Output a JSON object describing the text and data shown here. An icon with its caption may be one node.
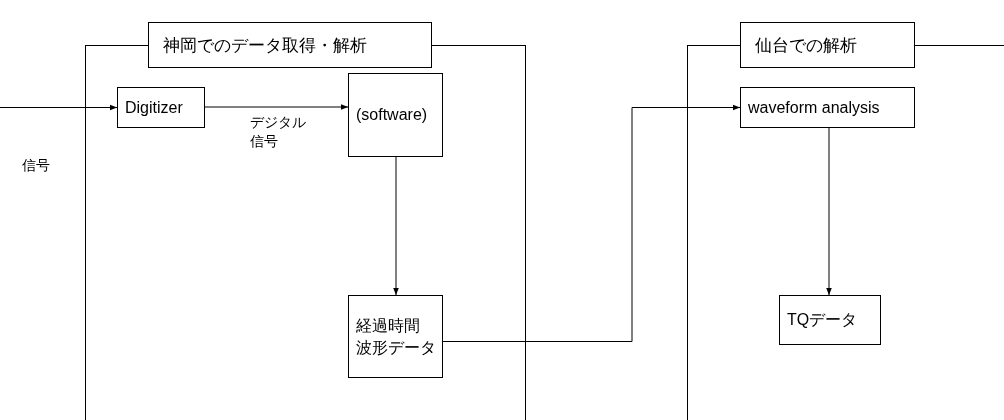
{
  "diagram": {
    "nodes": [
      {
        "text": [
          "神岡でのデータ取得・解析"
        ]
      },
      {
        "text": [
          "Digitizer"
        ],
        "in": 0
      },
      {
        "text": [
          "(software)"
        ],
        "in": 0
      },
      {
        "text": [
          "経過時間",
          "波形データ"
        ],
        "in": 0
      },
      {
        "text": [
          "仙台での解析"
        ]
      },
      {
        "text": [
          "waveform analysis"
        ],
        "in": 4
      },
      {
        "text": [
          "TQデータ"
        ],
        "in": 4
      }
    ],
    "edges": [
      {
        "from": null,
        "to": 1,
        "arrow": "to",
        "label": "信号"
      },
      {
        "from": 1,
        "to": 2,
        "arrow": "to",
        "label": "デジタル信号"
      },
      {
        "from": 2,
        "to": 3,
        "arrow": "to"
      },
      {
        "from": 3,
        "to": 5,
        "arrow": "to"
      },
      {
        "from": 5,
        "to": 6,
        "arrow": "to"
      }
    ]
  }
}
